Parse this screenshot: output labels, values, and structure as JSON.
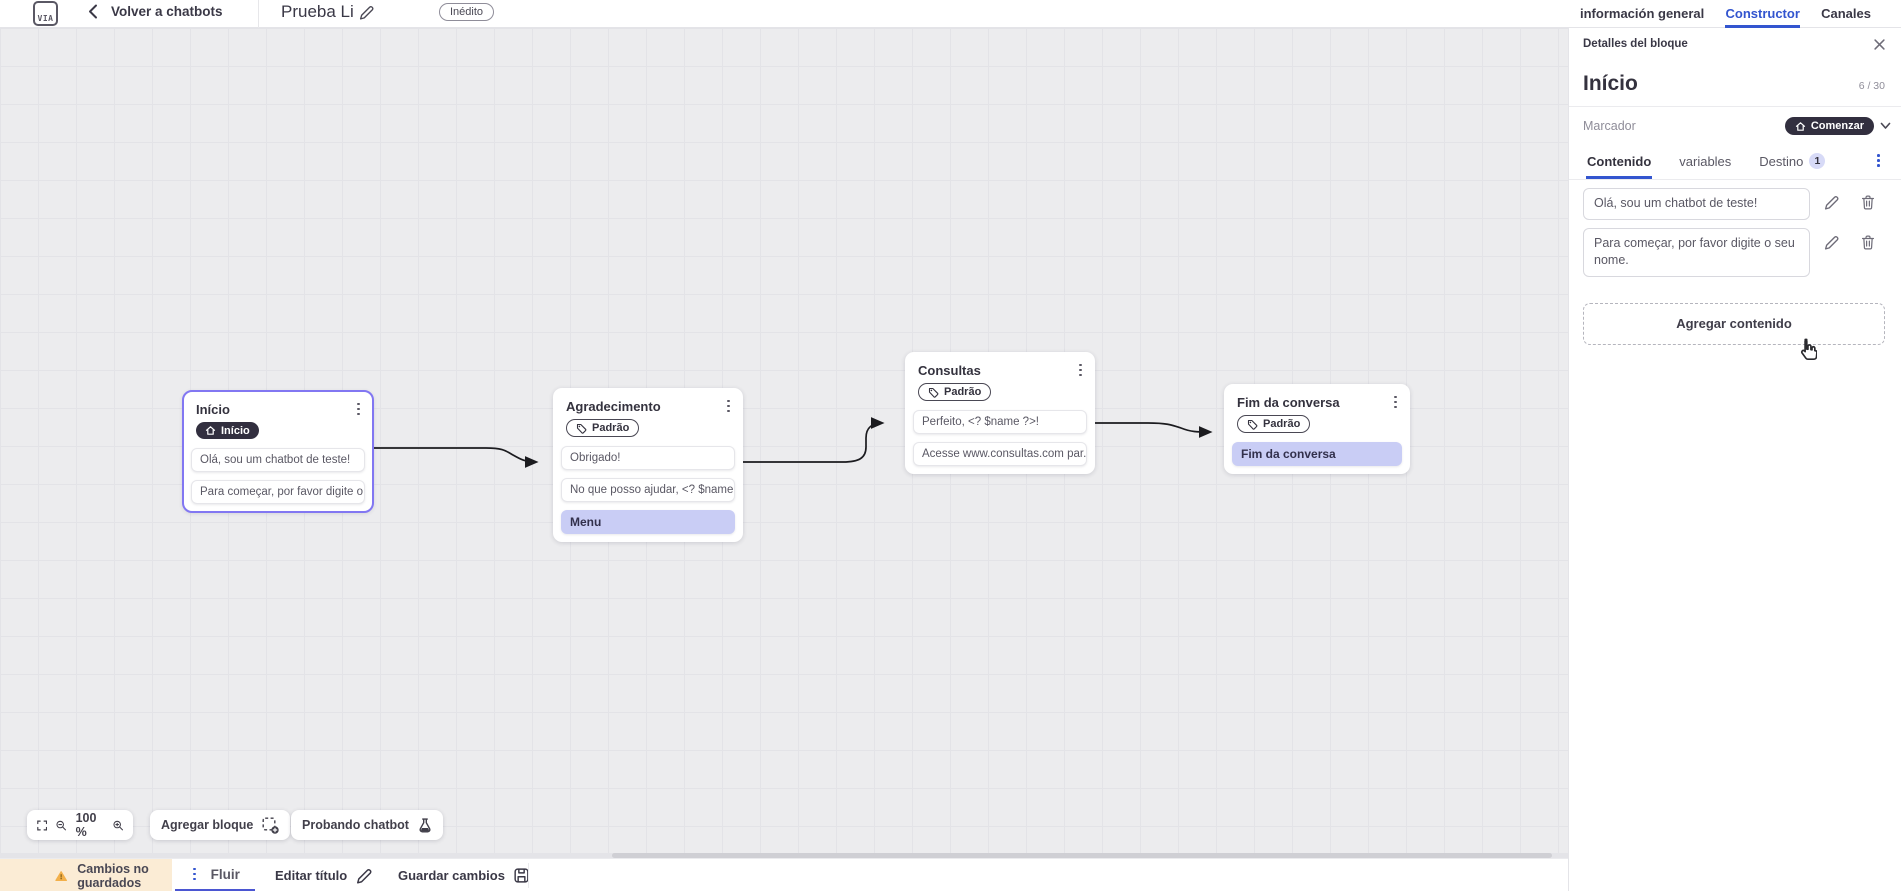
{
  "topbar": {
    "logo_text": "VIA",
    "back_label": "Volver a chatbots",
    "title": "Prueba Li",
    "status_badge": "Inédito",
    "tabs": [
      {
        "label": "información general",
        "active": false
      },
      {
        "label": "Constructor",
        "active": true
      },
      {
        "label": "Canales",
        "active": false
      }
    ]
  },
  "canvas": {
    "zoom_level": "100 %",
    "add_block_label": "Agregar bloque",
    "test_chatbot_label": "Probando chatbot",
    "blocks": [
      {
        "title": "Início",
        "badge": "Início",
        "items": [
          {
            "text": "Olá, sou um chatbot de teste!"
          },
          {
            "text": "Para começar, por favor digite o ..."
          }
        ]
      },
      {
        "title": "Agradecimento",
        "badge": "Padrão",
        "items": [
          {
            "text": "Obrigado!"
          },
          {
            "text": "No que posso ajudar, <? $name ..."
          },
          {
            "text": "Menu"
          }
        ]
      },
      {
        "title": "Consultas",
        "badge": "Padrão",
        "items": [
          {
            "text": "Perfeito, <? $name ?>!"
          },
          {
            "text": "Acesse www.consultas.com par..."
          }
        ]
      },
      {
        "title": "Fim da conversa",
        "badge": "Padrão",
        "items": [
          {
            "text": "Fim da conversa"
          }
        ]
      }
    ]
  },
  "panel": {
    "header": "Detalles del bloque",
    "block_title": "Início",
    "char_count": "6 / 30",
    "marker_label": "Marcador",
    "marker_value": "Comenzar",
    "tabs": [
      {
        "label": "Contenido",
        "active": true
      },
      {
        "label": "variables",
        "active": false
      },
      {
        "label": "Destino",
        "badge": "1",
        "active": false
      }
    ],
    "contents": [
      "Olá, sou um chatbot de teste!",
      "Para começar, por favor digite o seu nome."
    ],
    "add_content_label": "Agregar contenido"
  },
  "bottombar": {
    "unsaved_label": "Cambios no guardados",
    "flow_tab": "Fluir",
    "edit_title_label": "Editar título",
    "save_label": "Guardar cambios"
  },
  "colors": {
    "accent_blue": "#3355cf",
    "dark_pill": "#322f3f",
    "lavender": "#c9cdf5",
    "canvas_bg": "#ececee",
    "warning_bg": "#fbecd5",
    "warning_icon": "#f0a73c",
    "selected_border": "#8277f2",
    "connector": "#1b1b1f"
  }
}
